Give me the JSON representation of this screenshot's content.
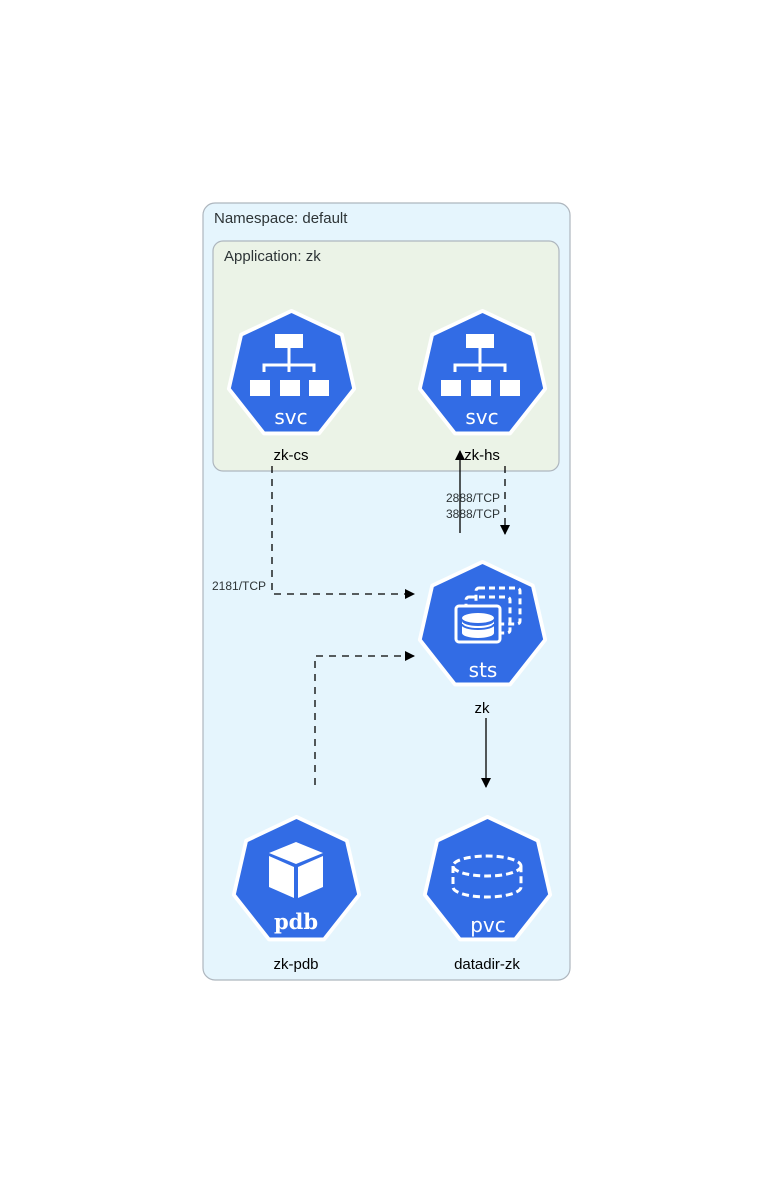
{
  "colors": {
    "k8s_blue": "#326ce5",
    "namespace_fill": "#e5f5fd",
    "namespace_stroke": "#aeb6be",
    "application_fill": "#ebf3e7",
    "edge": "#000000",
    "label_text": "#2d3436"
  },
  "namespace": {
    "label": "Namespace: default"
  },
  "application": {
    "label": "Application: zk"
  },
  "nodes": {
    "zk_cs": {
      "kind": "svc",
      "label": "zk-cs",
      "icon": "service-icon"
    },
    "zk_hs": {
      "kind": "svc",
      "label": "zk-hs",
      "icon": "service-icon"
    },
    "zk": {
      "kind": "sts",
      "label": "zk",
      "icon": "statefulset-icon"
    },
    "zk_pdb": {
      "kind": "pdb",
      "label": "zk-pdb",
      "icon": "pod-disruption-budget-icon"
    },
    "datadir_zk": {
      "kind": "pvc",
      "label": "datadir-zk",
      "icon": "persistent-volume-claim-icon"
    }
  },
  "edges": [
    {
      "from": "zk-cs",
      "to": "zk",
      "style": "dashed",
      "label": "2181/TCP"
    },
    {
      "from": "zk",
      "to": "zk-hs",
      "style": "solid",
      "label": ""
    },
    {
      "from": "zk-hs",
      "to": "zk",
      "style": "dashed",
      "label_lines": [
        "2888/TCP",
        "3888/TCP"
      ]
    },
    {
      "from": "zk-pdb",
      "to": "zk",
      "style": "dashed",
      "label": ""
    },
    {
      "from": "zk",
      "to": "datadir-zk",
      "style": "solid",
      "label": ""
    }
  ]
}
